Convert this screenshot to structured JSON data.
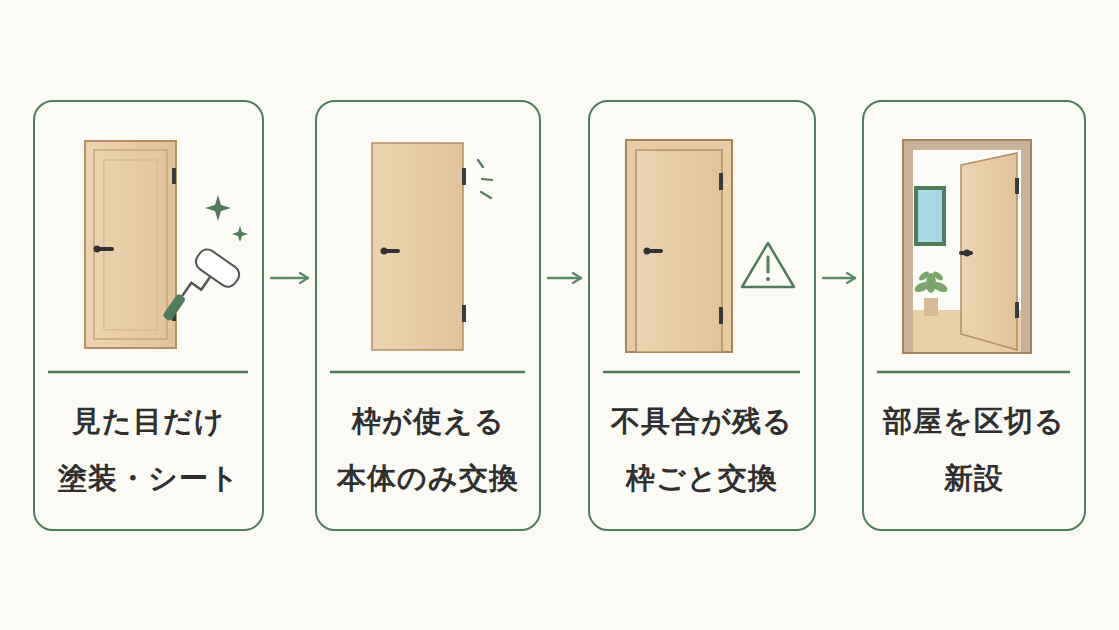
{
  "diagram": {
    "nodes": [
      {
        "text": [
          "見た目だけ",
          "塗装・シート"
        ]
      },
      {
        "text": [
          "枠が使える",
          "本体のみ交換"
        ]
      },
      {
        "text": [
          "不具合が残る",
          "枠ごと交換"
        ]
      },
      {
        "text": [
          "部屋を区切る",
          "新設"
        ]
      }
    ],
    "edges": [
      {
        "from": 0,
        "to": 1,
        "arrow": "to"
      },
      {
        "from": 1,
        "to": 2,
        "arrow": "to"
      },
      {
        "from": 2,
        "to": 3,
        "arrow": "to"
      }
    ]
  }
}
